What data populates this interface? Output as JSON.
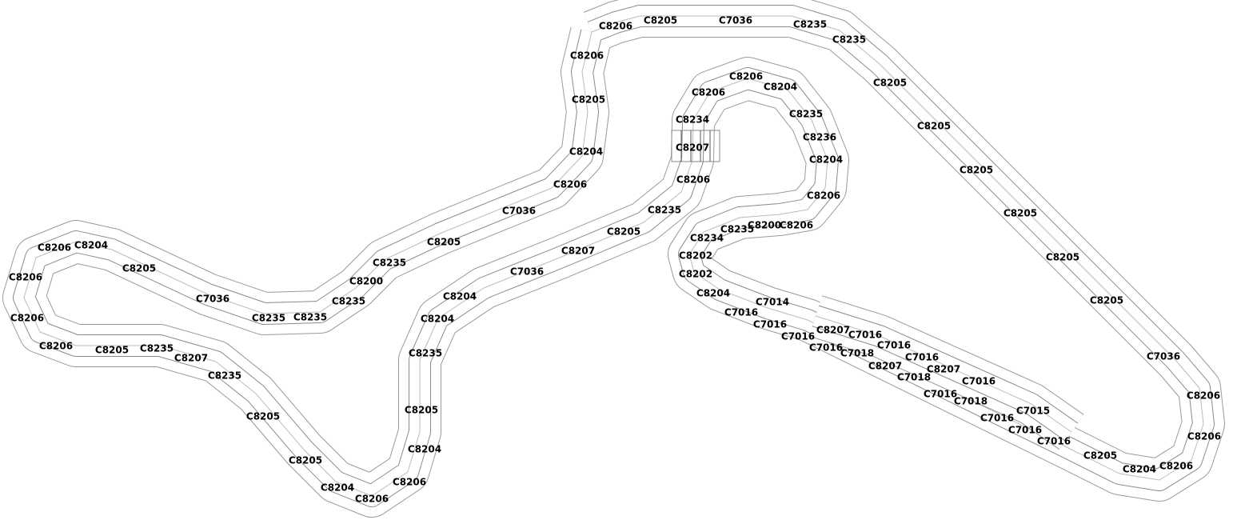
{
  "diagram": {
    "type": "slot-car track layout",
    "pieces": [
      "C8206",
      "C8205",
      "C7036",
      "C8235",
      "C8235",
      "C8205",
      "C8205",
      "C8205",
      "C8205",
      "C8205",
      "C8205",
      "C7036",
      "C8206",
      "C8206",
      "C8206",
      "C8204",
      "C8205",
      "C7016",
      "C7016",
      "C7016",
      "C7015",
      "C7018",
      "C7016",
      "C7016",
      "C7018",
      "C8207",
      "C8207",
      "C7016",
      "C7018",
      "C7016",
      "C7016",
      "C7016",
      "C8207",
      "C7016",
      "C7016",
      "C7016",
      "C7014",
      "C8204",
      "C8202",
      "C8202",
      "C8234",
      "C8235",
      "C8200",
      "C8206",
      "C8206",
      "C8204",
      "C8236",
      "C8235",
      "C8204",
      "C8206",
      "C8206",
      "C8234",
      "C8207",
      "C8206",
      "C8235",
      "C8205",
      "C8207",
      "C7036",
      "C8204",
      "C8204",
      "C8235",
      "C8205",
      "C8204",
      "C8206",
      "C8206",
      "C8204",
      "C8205",
      "C8205",
      "C8235",
      "C8207",
      "C8235",
      "C8205",
      "C8206",
      "C8206",
      "C8206",
      "C8206",
      "C8204",
      "C8205",
      "C7036",
      "C8235",
      "C8235",
      "C8235",
      "C8200",
      "C8235",
      "C8205",
      "C7036",
      "C8206",
      "C8204",
      "C8205",
      "C8206"
    ],
    "colors": {
      "track_outline": "#9a9a9a",
      "lane_line": "#6a6a6a",
      "label": "#000000"
    }
  }
}
